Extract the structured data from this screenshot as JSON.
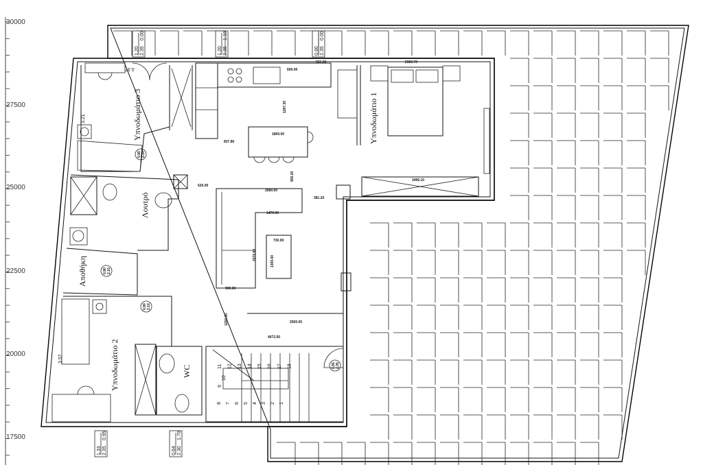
{
  "axis": {
    "ticks": [
      "30000",
      "27500",
      "25000",
      "22500",
      "20000",
      "17500"
    ]
  },
  "rooms": {
    "bedroom3": "Υπνοδωμάτιο 3",
    "bathroom": "Λουτρό",
    "storage": "Αποθήκη",
    "bedroom2": "Υπνοδωμάτιο 2",
    "wc": "WC",
    "bedroom1": "Υπνοδωμάτιο 1"
  },
  "windows": [
    {
      "w": "1.20",
      "h": "2.35",
      "sill": "0.00"
    },
    {
      "w": "1.20",
      "h": "2.35",
      "sill": "1.10"
    },
    {
      "w": "0.90",
      "h": "2.35",
      "sill": "0.00"
    },
    {
      "w": "1.33",
      "h": "2.35",
      "sill": "0.95"
    },
    {
      "w": "0.64",
      "h": "2.30",
      "sill": "1.70"
    }
  ],
  "doors": [
    {
      "w": "0.90",
      "h": "2.10"
    },
    {
      "w": "0.90",
      "h": "2.10"
    },
    {
      "w": "0.90",
      "h": "2.10"
    },
    {
      "w": "0.85",
      "h": "2.35"
    }
  ],
  "room_dims": {
    "b3": "3.37",
    "b3side": "3.21",
    "b2": "3.57"
  },
  "dimensions": [
    "2320.70",
    "1800.00",
    "837.80",
    "520.00",
    "2680.00",
    "1470.00",
    "381.20",
    "2500.00",
    "4072.50",
    "3496.10",
    "1297.30",
    "905.20",
    "730.00",
    "1300.00",
    "2070.80",
    "1250.00",
    "900.00",
    "600.00",
    "561.50"
  ],
  "stairs": [
    "1",
    "2",
    "3",
    "4",
    "5",
    "6",
    "7",
    "8",
    "9",
    "10",
    "11",
    "12",
    "13",
    "14",
    "15",
    "16",
    "17",
    "18"
  ]
}
